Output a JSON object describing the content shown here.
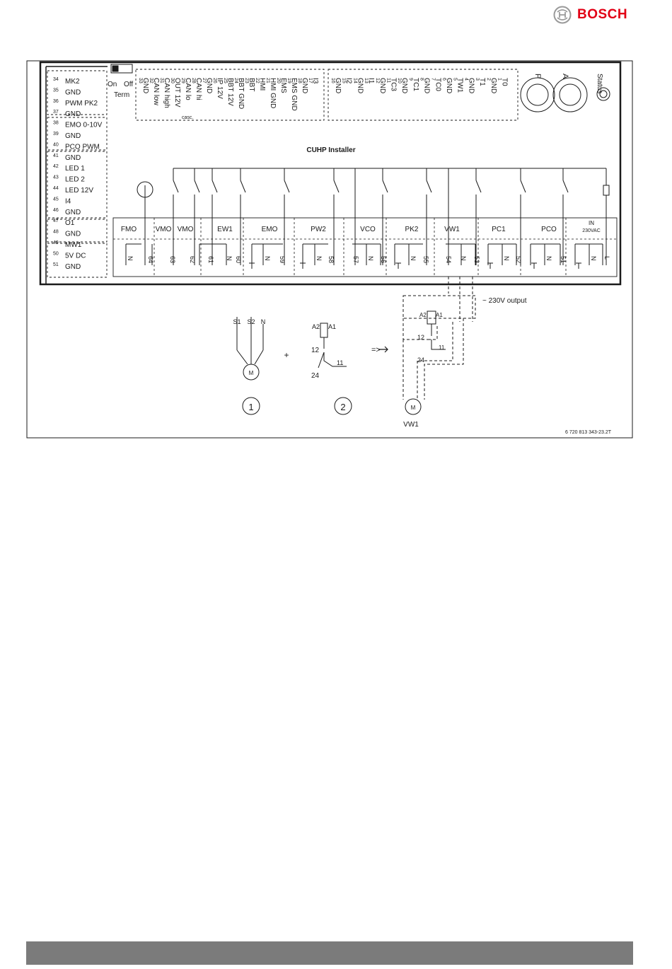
{
  "brand": {
    "name": "BOSCH",
    "color": "#e20015",
    "icon": "bosch-armature-logo"
  },
  "figure_id": "6 720 813 343-23.2T",
  "board": {
    "title": "CUHP Installer",
    "term_switch": {
      "on": "On",
      "off": "Off",
      "label": "Term"
    },
    "left_terminals": [
      {
        "num": "34",
        "label": "MK2"
      },
      {
        "num": "35",
        "label": "GND"
      },
      {
        "num": "36",
        "label": "PWM PK2"
      },
      {
        "num": "37",
        "label": "GND"
      },
      {
        "num": "38",
        "label": "EMO 0-10V"
      },
      {
        "num": "39",
        "label": "GND"
      },
      {
        "num": "40",
        "label": "PCO PWM"
      },
      {
        "num": "41",
        "label": "GND"
      },
      {
        "num": "42",
        "label": "LED 1"
      },
      {
        "num": "43",
        "label": "LED 2"
      },
      {
        "num": "44",
        "label": "LED 12V"
      },
      {
        "num": "45",
        "label": "I4"
      },
      {
        "num": "46",
        "label": "GND"
      },
      {
        "num": "47",
        "label": "O1"
      },
      {
        "num": "48",
        "label": "GND"
      },
      {
        "num": "49",
        "label": "MW1"
      },
      {
        "num": "50",
        "label": "5V DC"
      },
      {
        "num": "51",
        "label": "GND"
      }
    ],
    "top_terminals_group1": [
      {
        "num": "33",
        "label": "GND"
      },
      {
        "num": "32",
        "label": "CAN low"
      },
      {
        "num": "31",
        "label": "CAN high"
      },
      {
        "num": "30",
        "label": "OUT 12V"
      },
      {
        "num": "29",
        "label": "CAN lo"
      },
      {
        "num": "28",
        "label": "CAN hi"
      },
      {
        "num": "27",
        "label": "GND"
      },
      {
        "num": "26",
        "label": "IP 12V"
      },
      {
        "num": "25",
        "label": "BBT 12V"
      },
      {
        "num": "24",
        "label": "BBT GND"
      },
      {
        "num": "23",
        "label": "BBT"
      },
      {
        "num": "22",
        "label": "HMI"
      },
      {
        "num": "21",
        "label": "HMI GND"
      },
      {
        "num": "20",
        "label": "EMS"
      },
      {
        "num": "19",
        "label": "EMS GND"
      },
      {
        "num": "18",
        "label": "GND"
      },
      {
        "num": "17",
        "label": "I3"
      }
    ],
    "casc_label": "casc.",
    "top_terminals_group2": [
      {
        "num": "16",
        "label": "GND"
      },
      {
        "num": "15",
        "label": "I2"
      },
      {
        "num": "14",
        "label": "GND"
      },
      {
        "num": "13",
        "label": "I1"
      },
      {
        "num": "12",
        "label": "GND"
      },
      {
        "num": "11",
        "label": "TC3"
      },
      {
        "num": "10",
        "label": "GND"
      },
      {
        "num": "9",
        "label": "TC1"
      },
      {
        "num": "8",
        "label": "GND"
      },
      {
        "num": "7",
        "label": "TC0"
      },
      {
        "num": "6",
        "label": "GND"
      },
      {
        "num": "5",
        "label": "TW1"
      },
      {
        "num": "4",
        "label": "GND"
      },
      {
        "num": "3",
        "label": "T1"
      },
      {
        "num": "2",
        "label": "GND"
      },
      {
        "num": "1",
        "label": "T0"
      }
    ],
    "dials": [
      {
        "label": "P"
      },
      {
        "label": "A"
      }
    ],
    "status_label": "Status",
    "relay_blocks": [
      {
        "label": "FMO",
        "terms": [
          "N",
          "64"
        ]
      },
      {
        "label": "VMO",
        "terms": [
          "63"
        ]
      },
      {
        "label": "VMO",
        "terms": [
          "62"
        ]
      },
      {
        "label": "EW1",
        "terms": [
          "61",
          "N",
          "60"
        ]
      },
      {
        "label": "EMO",
        "terms": [
          "PE",
          "N",
          "59"
        ]
      },
      {
        "label": "PW2",
        "terms": [
          "PE",
          "N",
          "58"
        ]
      },
      {
        "label": "VCO",
        "terms": [
          "57",
          "N",
          "56"
        ]
      },
      {
        "label": "PK2",
        "terms": [
          "PE",
          "N",
          "55"
        ]
      },
      {
        "label": "VW1",
        "terms": [
          "54",
          "N",
          "53"
        ]
      },
      {
        "label": "PC1",
        "terms": [
          "PE",
          "N",
          "52"
        ]
      },
      {
        "label": "PCO",
        "terms": [
          "PE",
          "N",
          "51"
        ]
      },
      {
        "label": "IN",
        "sublabel": "230VAC",
        "terms": [
          "PE",
          "N",
          "L"
        ]
      }
    ]
  },
  "annotations": {
    "output_note": "~ 230V output",
    "motor_terms": [
      "S1",
      "S2",
      "N"
    ],
    "motor_symbol": "M",
    "relay_coil": {
      "a2": "A2",
      "a1": "A1"
    },
    "relay_contacts": {
      "c12": "12",
      "c11": "11",
      "c24": "24"
    },
    "plus": "+",
    "arrow": "=>",
    "callouts": [
      "1",
      "2"
    ],
    "result_motor_label": "VW1"
  }
}
